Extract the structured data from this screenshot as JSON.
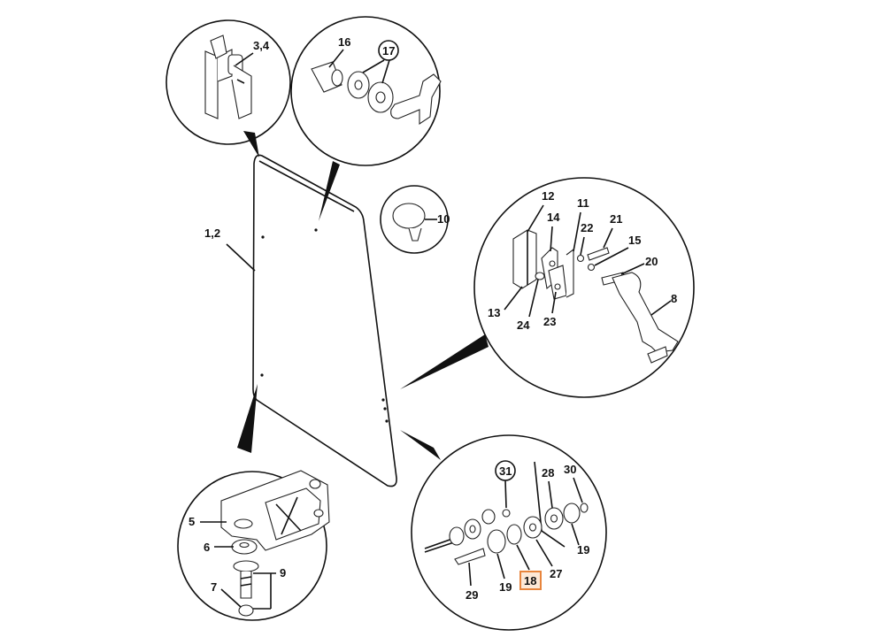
{
  "labels": {
    "glass": "1,2",
    "hinge_top": "3,4",
    "p16": "16",
    "p17": "17",
    "p10": "10",
    "p12": "12",
    "p14": "14",
    "p11": "11",
    "p22": "22",
    "p21": "21",
    "p15": "15",
    "p20": "20",
    "p13": "13",
    "p24": "24",
    "p23": "23",
    "p8": "8",
    "p5": "5",
    "p6": "6",
    "p7": "7",
    "p9": "9",
    "p31": "31",
    "p28": "28",
    "p30": "30",
    "p19a": "19",
    "p29": "29",
    "p19b": "19",
    "p18": "18",
    "p27": "27"
  },
  "colors": {
    "line": "#111111",
    "highlight_border": "#e8853d",
    "highlight_fill": "#fde8d6"
  }
}
